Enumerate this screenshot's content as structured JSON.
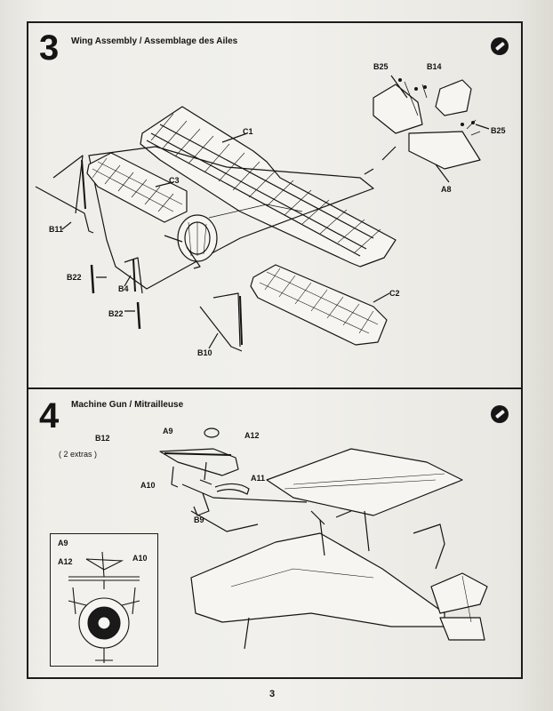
{
  "step3": {
    "number": "3",
    "title": "Wing Assembly / Assemblage des Ailes",
    "parts": {
      "c1": "C1",
      "c2": "C2",
      "c3": "C3",
      "b25_left": "B25",
      "b25_right": "B25",
      "b14": "B14",
      "a8": "A8",
      "b11": "B11",
      "b22_top": "B22",
      "b22_bottom": "B22",
      "b4": "B4",
      "b10": "B10"
    }
  },
  "step4": {
    "number": "4",
    "title": "Machine Gun / Mitrailleuse",
    "extras_note": "( 2 extras )",
    "parts": {
      "b12": "B12",
      "a9": "A9",
      "a12": "A12",
      "a11": "A11",
      "a10": "A10",
      "b9": "B9"
    },
    "inset": {
      "a9": "A9",
      "a12": "A12",
      "a10": "A10"
    }
  },
  "footer": {
    "page_number": "3"
  },
  "colors": {
    "ink": "#141414",
    "paper": "#efeee9"
  },
  "icons": {
    "glue": "glue-badge-icon"
  }
}
